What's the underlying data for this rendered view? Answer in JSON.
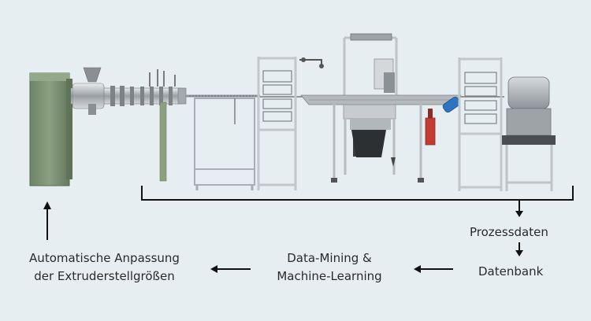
{
  "labels": {
    "prozessdaten": "Prozessdaten",
    "datenbank": "Datenbank",
    "mining_line1": "Data-Mining &",
    "mining_line2": "Machine-Learning",
    "auto_line1": "Automatische Anpassung",
    "auto_line2": "der Extruderstellgrößen"
  },
  "colors": {
    "background": "#e6eef1",
    "motor_green": "#7e9474",
    "frame_silver": "#c9ced2",
    "frame_dark": "#8a9095",
    "accent_red": "#c23a32",
    "accent_blue": "#2f74c0",
    "arrow": "#111111"
  }
}
